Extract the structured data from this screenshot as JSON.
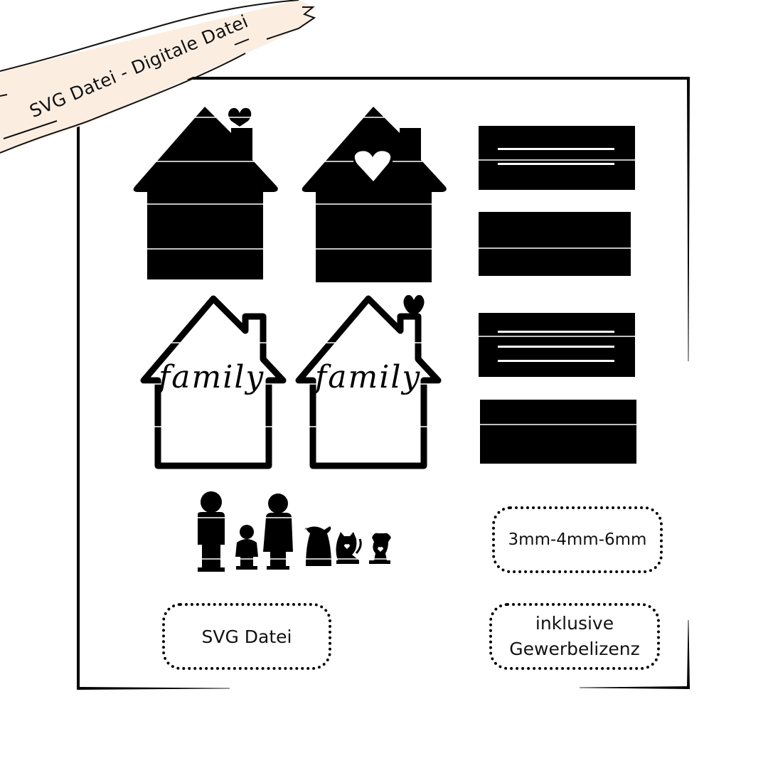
{
  "banner": {
    "text": "SVG Datei - Digitale Datei",
    "background_color": "#fbeee1"
  },
  "products": {
    "row1": [
      {
        "name": "solid-house-chimney-heart",
        "style": "filled"
      },
      {
        "name": "solid-house-heart-cutout",
        "style": "filled"
      },
      {
        "name": "sign-board-lines",
        "style": "filled"
      }
    ],
    "row2": [
      {
        "name": "outline-house-family",
        "style": "outline",
        "script_text": "family"
      },
      {
        "name": "outline-house-family-heart",
        "style": "outline",
        "script_text": "family"
      },
      {
        "name": "sign-board-three-lines",
        "style": "filled"
      }
    ],
    "figures": [
      "father",
      "child",
      "mother",
      "dog-girl",
      "cat",
      "dog"
    ]
  },
  "badges": {
    "thickness": "3mm-4mm-6mm",
    "file_type": "SVG Datei",
    "license_line1": "inklusive",
    "license_line2": "Gewerbelizenz"
  },
  "colors": {
    "ink": "#000000",
    "background": "#ffffff",
    "banner": "#fbeee1"
  }
}
